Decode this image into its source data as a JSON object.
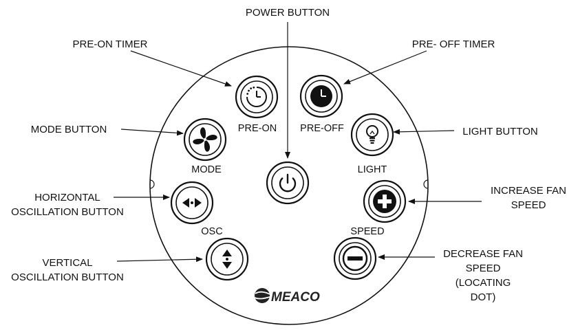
{
  "callouts": {
    "power": "POWER BUTTON",
    "pre_on_timer": "PRE-ON TIMER",
    "pre_off_timer": "PRE- OFF TIMER",
    "mode": "MODE BUTTON",
    "light": "LIGHT BUTTON",
    "horizontal_osc": [
      "HORIZONTAL",
      "OSCILLATION BUTTON"
    ],
    "increase_speed": [
      "INCREASE FAN",
      "SPEED"
    ],
    "vertical_osc": [
      "VERTICAL",
      "OSCILLATION BUTTON"
    ],
    "decrease_speed": [
      "DECREASE FAN",
      "SPEED",
      "(LOCATING",
      "DOT)"
    ]
  },
  "panel_labels": {
    "pre_on": "PRE-ON",
    "pre_off": "PRE-OFF",
    "mode": "MODE",
    "light": "LIGHT",
    "osc": "OSC",
    "speed": "SPEED"
  },
  "brand": {
    "name": "MEACO"
  },
  "icons": {
    "power": "power-icon",
    "pre_on": "timer-dotted-clock-icon",
    "pre_off": "clock-icon",
    "mode": "fan-icon",
    "light": "light-bulb-icon",
    "horizontal_osc": "left-right-arrows-icon",
    "increase_speed": "plus-icon",
    "vertical_osc": "up-down-arrows-icon",
    "decrease_speed": "minus-icon"
  },
  "colors": {
    "ink": "#111111",
    "background": "#ffffff"
  }
}
